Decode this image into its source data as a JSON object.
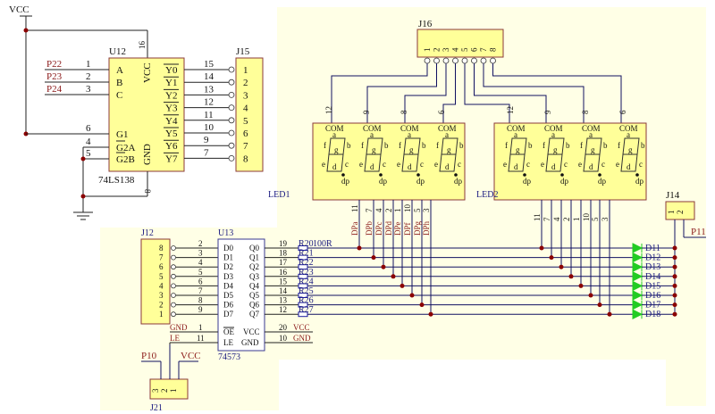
{
  "title": "74LS138 / 74573 LED display schematic",
  "colors": {
    "background_region": "#ffffe6",
    "chip_fill": "#ffff99",
    "chip_border": "#8b3a3a",
    "wire": "#101060",
    "junction": "#8b0000",
    "led_green": "#22cc22",
    "net_label": "#8b1a1a"
  },
  "power": {
    "vcc_label": "VCC",
    "gnd_symbol": "ground-icon"
  },
  "u12": {
    "ref": "U12",
    "part": "74LS138",
    "vcc_pin": "16",
    "gnd_pin": "8",
    "left_pins": [
      {
        "net": "P22",
        "num": "1",
        "name": "A"
      },
      {
        "net": "P23",
        "num": "2",
        "name": "B"
      },
      {
        "net": "P24",
        "num": "3",
        "name": "C"
      },
      {
        "net": "",
        "num": "6",
        "name": "G1"
      },
      {
        "net": "",
        "num": "4",
        "name": "G2A"
      },
      {
        "net": "",
        "num": "5",
        "name": "G2B"
      }
    ],
    "inner_labels": [
      "VCC",
      "GND"
    ],
    "right_pins": [
      {
        "name": "Y0",
        "num": "15"
      },
      {
        "name": "Y1",
        "num": "14"
      },
      {
        "name": "Y2",
        "num": "13"
      },
      {
        "name": "Y3",
        "num": "12"
      },
      {
        "name": "Y4",
        "num": "11"
      },
      {
        "name": "Y5",
        "num": "10"
      },
      {
        "name": "Y6",
        "num": "9"
      },
      {
        "name": "Y7",
        "num": "7"
      }
    ]
  },
  "j15": {
    "ref": "J15",
    "pins": [
      "1",
      "2",
      "3",
      "4",
      "5",
      "6",
      "7",
      "8"
    ]
  },
  "j16": {
    "ref": "J16",
    "pins": [
      "1",
      "2",
      "3",
      "4",
      "5",
      "6",
      "7",
      "8"
    ]
  },
  "led1": {
    "ref": "LED1",
    "com_pins": [
      "12",
      "9",
      "8",
      "6"
    ],
    "seg_pins": [
      {
        "seg": "DPa",
        "num": "11"
      },
      {
        "seg": "DPb",
        "num": "7"
      },
      {
        "seg": "DPc",
        "num": "4"
      },
      {
        "seg": "DPd",
        "num": "2"
      },
      {
        "seg": "DPe",
        "num": "1"
      },
      {
        "seg": "DPf",
        "num": "10"
      },
      {
        "seg": "DPg",
        "num": "5"
      },
      {
        "seg": "DPh",
        "num": "3"
      }
    ],
    "digit_labels": {
      "com": "COM",
      "a": "a",
      "b": "b",
      "c": "c",
      "d": "d",
      "e": "e",
      "f": "f",
      "g": "g",
      "dp": "dp"
    }
  },
  "led2": {
    "ref": "LED2",
    "com_pins": [
      "12",
      "9",
      "8",
      "6"
    ],
    "seg_pins": [
      "11",
      "7",
      "4",
      "2",
      "1",
      "10",
      "5",
      "3"
    ]
  },
  "j14": {
    "ref": "J14",
    "pins": [
      "1",
      "2"
    ],
    "net": "P11"
  },
  "j12": {
    "ref": "J12",
    "pins": [
      "8",
      "7",
      "6",
      "5",
      "4",
      "3",
      "2",
      "1"
    ]
  },
  "u13": {
    "ref": "U13",
    "part": "74573",
    "d_pins": [
      {
        "name": "D0",
        "num": "2"
      },
      {
        "name": "D1",
        "num": "3"
      },
      {
        "name": "D2",
        "num": "4"
      },
      {
        "name": "D3",
        "num": "5"
      },
      {
        "name": "D4",
        "num": "6"
      },
      {
        "name": "D5",
        "num": "7"
      },
      {
        "name": "D6",
        "num": "8"
      },
      {
        "name": "D7",
        "num": "9"
      }
    ],
    "q_pins": [
      {
        "name": "Q0",
        "num": "19"
      },
      {
        "name": "Q1",
        "num": "18"
      },
      {
        "name": "Q2",
        "num": "17"
      },
      {
        "name": "Q3",
        "num": "16"
      },
      {
        "name": "Q4",
        "num": "15"
      },
      {
        "name": "Q5",
        "num": "14"
      },
      {
        "name": "Q6",
        "num": "13"
      },
      {
        "name": "Q7",
        "num": "12"
      }
    ],
    "oe": {
      "name": "OE",
      "num": "1",
      "net": "GND"
    },
    "le": {
      "name": "LE",
      "num": "11",
      "net": "LE"
    },
    "vcc": {
      "name": "VCC",
      "num": "20",
      "net": "VCC"
    },
    "gnd": {
      "name": "GND",
      "num": "10",
      "net": "GND"
    }
  },
  "resistors": {
    "refs": [
      "R20",
      "R21",
      "R22",
      "R23",
      "R24",
      "R25",
      "R26",
      "R27"
    ],
    "value": "100R"
  },
  "diodes": {
    "refs": [
      "D11",
      "D12",
      "D13",
      "D14",
      "D15",
      "D16",
      "D17",
      "D18"
    ]
  },
  "j21": {
    "ref": "J21",
    "pins": [
      "3",
      "2",
      "1"
    ],
    "nets": [
      "P10",
      "VCC"
    ]
  }
}
